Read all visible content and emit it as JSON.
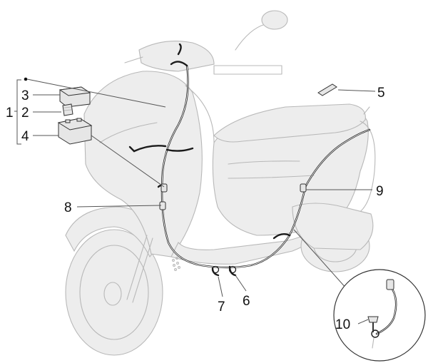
{
  "diagram": {
    "callouts": [
      {
        "id": "c1",
        "label": "1"
      },
      {
        "id": "c2",
        "label": "2"
      },
      {
        "id": "c3",
        "label": "3"
      },
      {
        "id": "c4",
        "label": "4"
      },
      {
        "id": "c5",
        "label": "5"
      },
      {
        "id": "c6",
        "label": "6"
      },
      {
        "id": "c7",
        "label": "7"
      },
      {
        "id": "c8",
        "label": "8"
      },
      {
        "id": "c9",
        "label": "9"
      },
      {
        "id": "c10",
        "label": "10"
      }
    ]
  },
  "colors": {
    "scooter_outline": "#b8b8b8",
    "scooter_fill": "#ededed",
    "harness": "#1a1a1a",
    "callout_text": "#111111"
  }
}
